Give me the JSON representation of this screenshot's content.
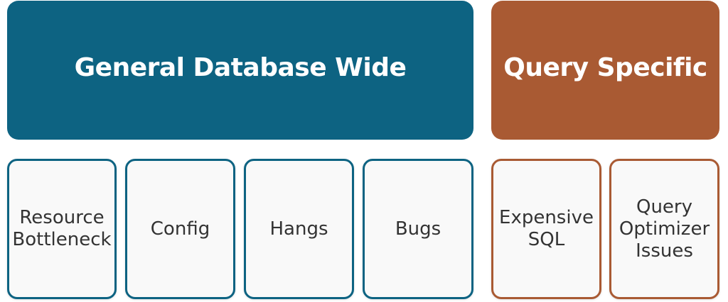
{
  "colors": {
    "general_fill": "#0d6382",
    "query_fill": "#a95a33",
    "card_fill": "#f9f9f9",
    "card_text": "#333333"
  },
  "groups": {
    "general": {
      "title": "General Database Wide",
      "items": [
        "Resource\nBottleneck",
        "Config",
        "Hangs",
        "Bugs"
      ]
    },
    "query": {
      "title": "Query Specific",
      "items": [
        "Expensive\nSQL",
        "Query\nOptimizer\nIssues"
      ]
    }
  }
}
